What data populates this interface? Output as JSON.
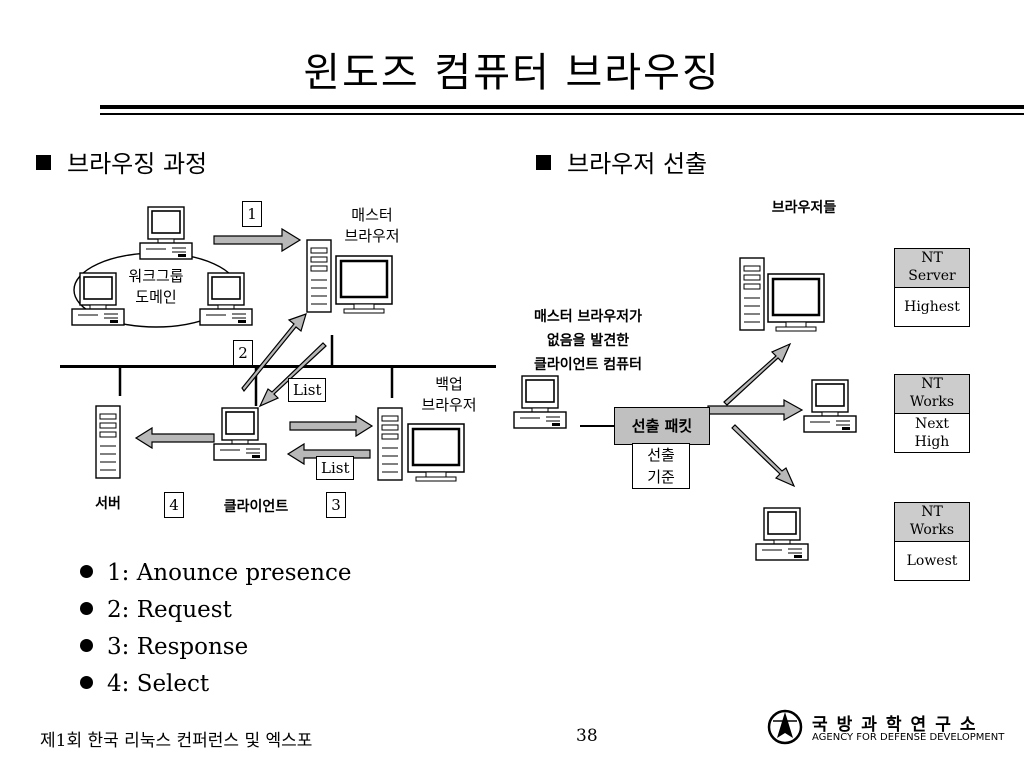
{
  "title": "윈도즈 컴퓨터 브라우징",
  "left_section": {
    "heading": "브라우징 과정",
    "labels": {
      "master_browser": [
        "매스터",
        "브라우저"
      ],
      "workgroup": [
        "워크그룹",
        "도메인"
      ],
      "backup_browser": [
        "백업",
        "브라우저"
      ],
      "server": "서버",
      "client": "클라이언트"
    },
    "steps": [
      "1",
      "2",
      "3",
      "4"
    ],
    "list_label": "List",
    "bullets": [
      "1: Anounce presence",
      "2: Request",
      "3: Response",
      "4: Select"
    ]
  },
  "right_section": {
    "heading": "브라우저 선출",
    "browsers_label": "브라우저들",
    "client_label": [
      "매스터 브라우저가",
      "없음을 발견한",
      "클라이언트 컴퓨터"
    ],
    "packet_label": "선출 패킷",
    "criteria_label": [
      "선출",
      "기준"
    ],
    "nt_boxes": [
      {
        "top": [
          "NT",
          "Server"
        ],
        "bottom": [
          "Highest"
        ]
      },
      {
        "top": [
          "NT",
          "Works"
        ],
        "bottom": [
          "Next",
          "High"
        ]
      },
      {
        "top": [
          "NT",
          "Works"
        ],
        "bottom": [
          "Lowest"
        ]
      }
    ]
  },
  "footer": {
    "text": "제1회 한국 리눅스 컨퍼런스 및 엑스포",
    "page": "38",
    "logo_korean": "국방과학연구소",
    "logo_english": "AGENCY FOR DEFENSE DEVELOPMENT"
  },
  "colors": {
    "arrow_fill": "#b8b8b8",
    "box_fill": "#cccccc",
    "packet_fill": "#c0c0c0"
  }
}
